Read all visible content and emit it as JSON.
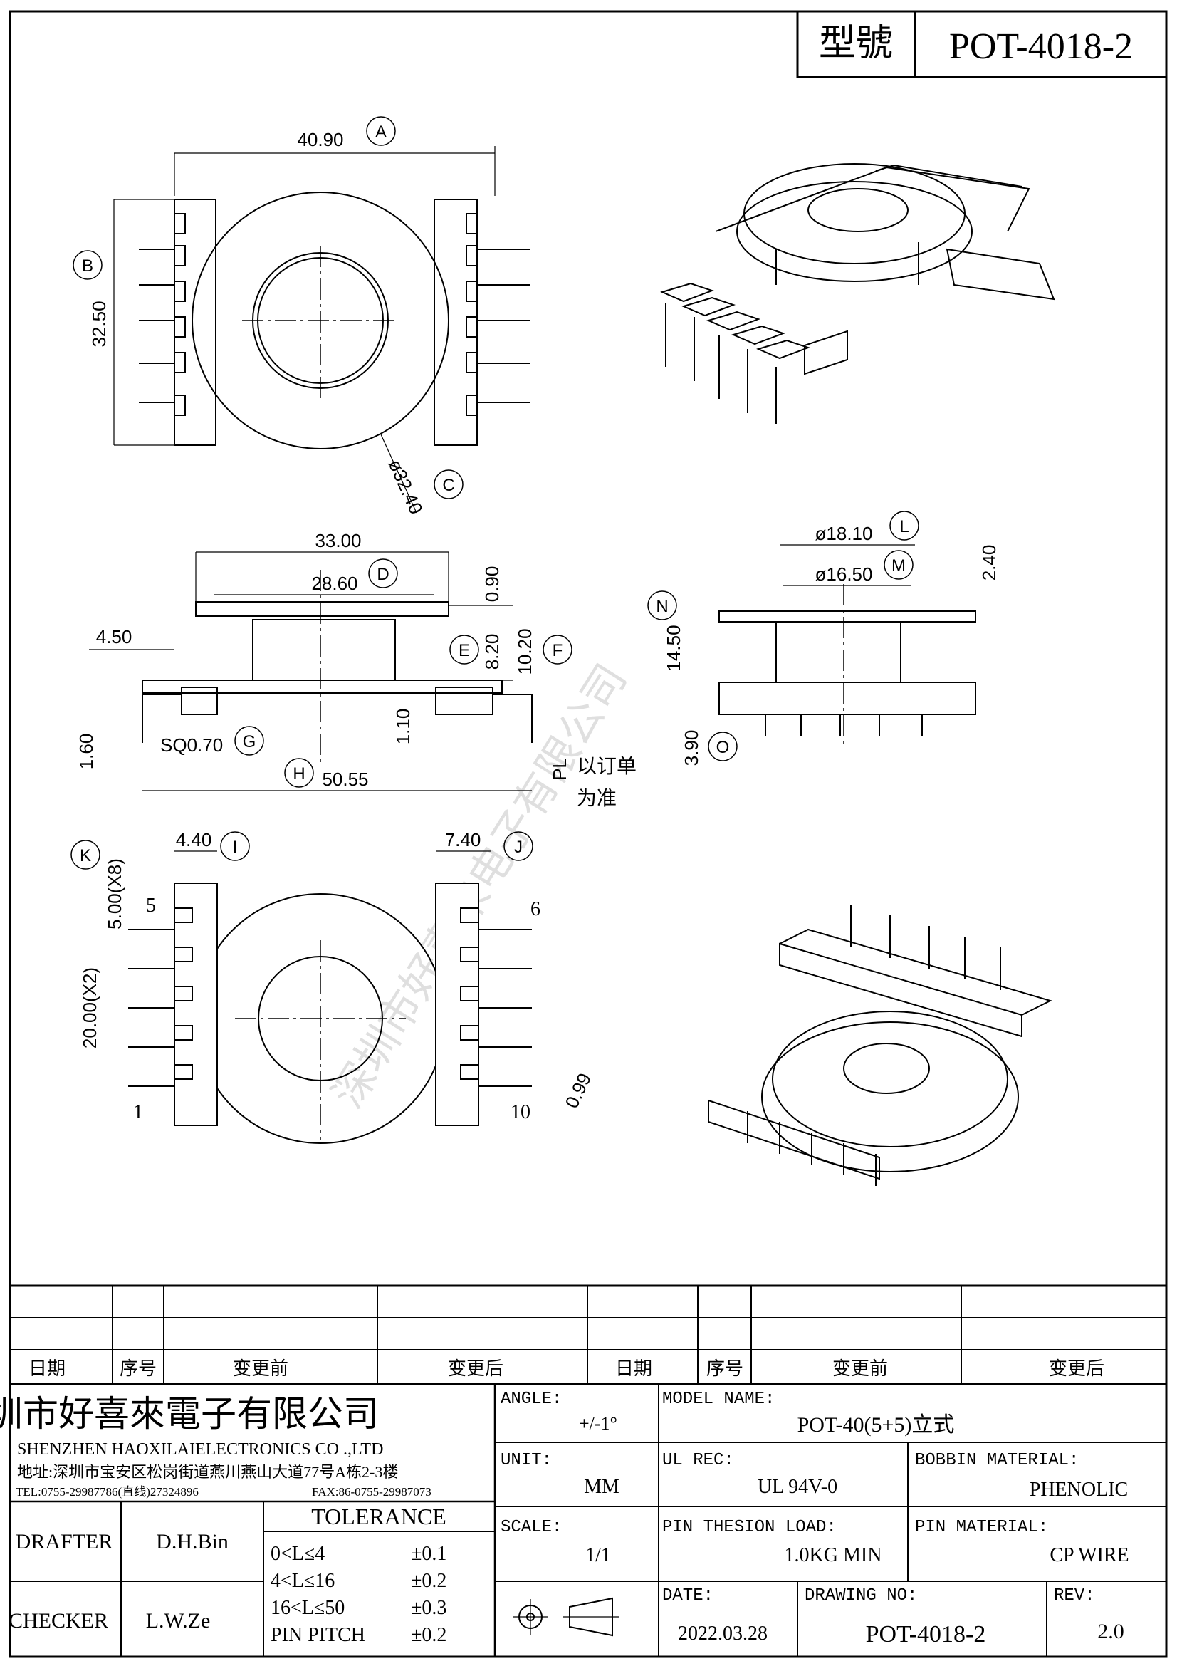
{
  "header": {
    "model_label": "型號",
    "model_value": "POT-4018-2"
  },
  "top_view": {
    "width_dim": "40.90",
    "width_tag": "A",
    "height_dim": "32.50",
    "height_tag": "B",
    "diameter_dim": "ø32.40",
    "diameter_tag": "C"
  },
  "side_view": {
    "flange_dim": "33.00",
    "inner_dim": "28.60",
    "inner_tag": "D",
    "top_thk": "0.90",
    "body_h": "8.20",
    "body_tag": "E",
    "total_h": "10.20",
    "total_tag": "F",
    "offset": "4.50",
    "pin_size": "SQ0.70",
    "pin_tag": "G",
    "pin_h": "1.60",
    "base_thk": "1.10",
    "span": "50.55",
    "span_tag": "H",
    "pl_label": "PL",
    "pl_note_1": "以订单",
    "pl_note_2": "为准"
  },
  "end_view": {
    "dia_outer": "ø18.10",
    "dia_outer_tag": "L",
    "dia_inner": "ø16.50",
    "dia_inner_tag": "M",
    "top_h": "2.40",
    "height": "14.50",
    "height_tag": "N",
    "pin_len": "3.90",
    "pin_tag": "O"
  },
  "bottom_view": {
    "left_w": "4.40",
    "left_tag": "I",
    "right_w": "7.40",
    "right_tag": "J",
    "pitch": "5.00(X8)",
    "pitch_tag": "K",
    "span": "20.00(X2)",
    "gap": "0.99",
    "pin_5": "5",
    "pin_6": "6",
    "pin_1": "1",
    "pin_10": "10"
  },
  "watermark": "深圳市好喜来电子有限公司",
  "revision_table": {
    "headers": [
      "日期",
      "序号",
      "变更前",
      "变更后",
      "日期",
      "序号",
      "变更前",
      "变更后"
    ]
  },
  "company": {
    "name_cn": "深圳市好喜來電子有限公司",
    "name_en": "SHENZHEN HAOXILAIELECTRONICS CO .,LTD",
    "address": "地址:深圳市宝安区松岗街道燕川燕山大道77号A栋2-3楼",
    "tel": "TEL:0755-29987786(直线)27324896",
    "fax": "FAX:86-0755-29987073"
  },
  "title_block": {
    "angle_label": "ANGLE:",
    "angle_value": "+/-1°",
    "model_label": "MODEL NAME:",
    "model_value": "POT-40(5+5)立式",
    "unit_label": "UNIT:",
    "unit_value": "MM",
    "ul_label": "UL REC:",
    "ul_value": "UL 94V-0",
    "bobbin_label": "BOBBIN MATERIAL:",
    "bobbin_value": "PHENOLIC",
    "scale_label": "SCALE:",
    "scale_value": "1/1",
    "pin_load_label": "PIN THESION LOAD:",
    "pin_load_value": "1.0KG MIN",
    "pin_mat_label": "PIN MATERIAL:",
    "pin_mat_value": "CP  WIRE",
    "date_label": "DATE:",
    "date_value": "2022.03.28",
    "drawing_label": "DRAWING NO:",
    "drawing_value": "POT-4018-2",
    "rev_label": "REV:",
    "rev_value": "2.0",
    "drafter_label": "DRAFTER",
    "drafter_value": "D.H.Bin",
    "checker_label": "CHECKER",
    "checker_value": "L.W.Ze",
    "tolerance_title": "TOLERANCE",
    "tolerance": [
      {
        "range": "0<L≤4",
        "value": "±0.1"
      },
      {
        "range": "4<L≤16",
        "value": "±0.2"
      },
      {
        "range": "16<L≤50",
        "value": "±0.3"
      },
      {
        "range": "PIN PITCH",
        "value": "±0.2"
      }
    ]
  }
}
